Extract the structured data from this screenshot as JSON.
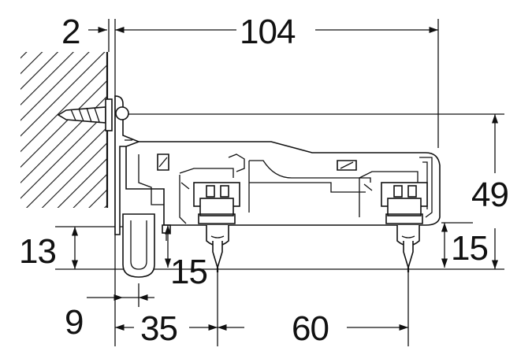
{
  "dimensions": {
    "wall_gap": "2",
    "total_width": "104",
    "height": "49",
    "hook_offset_left": "13",
    "hook_drop_left": "15",
    "hook_drop_right": "15",
    "hook_thickness": "9",
    "first_hook_distance": "35",
    "hook_spacing": "60"
  },
  "colors": {
    "line": "#111111",
    "background": "#ffffff"
  },
  "icons": [
    "wall-hatch",
    "screw-icon",
    "bracket",
    "rail-body",
    "runner-hook",
    "dimension-arrow"
  ]
}
